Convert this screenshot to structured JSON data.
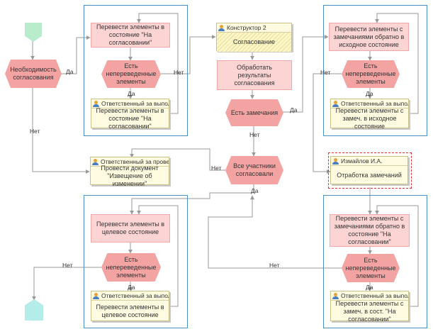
{
  "labels": {
    "start_condition": "Необходимость согласования",
    "yes": "Да",
    "no": "Нет",
    "translate_to_approval": "Перевести элементы в состояние \"На согласовании\"",
    "untranslated_elements": "Есть непереведенные элементы",
    "responsible_executor": "Ответственный за выпол...",
    "responsible_conducting": "Ответственный за провед...",
    "conduct_notice": "Провести документ \"Извещение об изменении\"",
    "translate_to_target": "Перевести элементы в целевое состояние",
    "constructor": "Конструктор 2",
    "approval": "Согласование",
    "process_results": "Обработать результаты согласования",
    "has_remarks": "Есть замечания",
    "all_agreed": "Все участники согласовали",
    "return_to_initial": "Перевести элементы с замечаниями обратно в исходное состояние",
    "return_to_initial_short": "Перевести элементы с замеч. в исходное состояние",
    "izmailov": "Измайлов И.А.",
    "fix_remarks": "Отработка замечаний",
    "return_to_approval": "Перевести элементы с замечаниями обратно в состояние \"На согласовании\"",
    "return_to_approval_short": "Перевести элементы с замеч. в сост. \"На согласовании\""
  },
  "colors": {
    "start": "#b8eccd",
    "end": "#b4ecea",
    "group_border": "#4a90c8",
    "operation": "#fcd4d4",
    "condition": "#f4a3a3",
    "task": "#fffbe0",
    "connector": "#999999",
    "selection": "#e03030"
  }
}
